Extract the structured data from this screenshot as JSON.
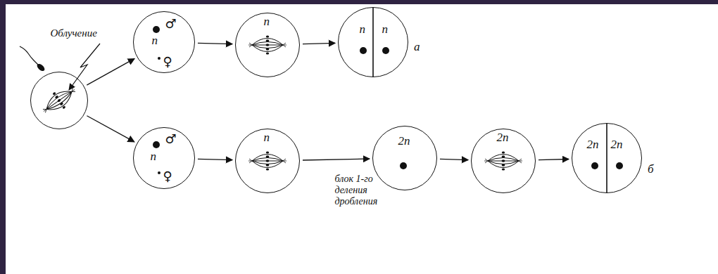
{
  "diagram": {
    "nodes": [
      {
        "text": [
          "Облучение"
        ]
      },
      {
        "text": [
          "♂",
          "n",
          "♀"
        ]
      },
      {
        "text": [
          "n"
        ]
      },
      {
        "text": [
          "n",
          "n"
        ]
      },
      {
        "text": [
          "♂",
          "n",
          "♀"
        ]
      },
      {
        "text": [
          "n"
        ]
      },
      {
        "text": [
          "2n"
        ]
      },
      {
        "text": [
          "2n"
        ]
      },
      {
        "text": [
          "2n",
          "2n"
        ]
      }
    ],
    "edges": [
      {
        "from": 0,
        "to": 1,
        "arrow": "to"
      },
      {
        "from": 0,
        "to": 4,
        "arrow": "to"
      },
      {
        "from": 1,
        "to": 2,
        "arrow": "to"
      },
      {
        "from": 2,
        "to": 3,
        "arrow": "to"
      },
      {
        "from": 4,
        "to": 5,
        "arrow": "to"
      },
      {
        "from": 5,
        "to": 6,
        "label": "блок 1-го деления дробления",
        "arrow": "to"
      },
      {
        "from": 6,
        "to": 7,
        "arrow": "to"
      },
      {
        "from": 7,
        "to": 8,
        "arrow": "to"
      }
    ],
    "labels": [
      "а",
      "б"
    ]
  }
}
